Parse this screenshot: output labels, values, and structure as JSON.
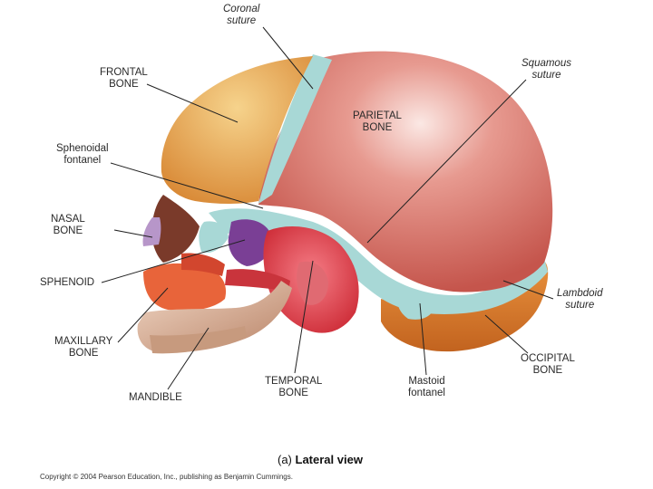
{
  "labels": {
    "coronal_suture": [
      "Coronal",
      "suture"
    ],
    "frontal_bone": [
      "FRONTAL",
      "BONE"
    ],
    "squamous_suture": [
      "Squamous",
      "suture"
    ],
    "parietal_bone": [
      "PARIETAL",
      "BONE"
    ],
    "sphenoidal_fontanel": [
      "Sphenoidal",
      "fontanel"
    ],
    "nasal_bone": [
      "NASAL",
      "BONE"
    ],
    "sphenoid": [
      "SPHENOID"
    ],
    "lambdoid_suture": [
      "Lambdoid",
      "suture"
    ],
    "maxillary_bone": [
      "MAXILLARY",
      "BONE"
    ],
    "occipital_bone": [
      "OCCIPITAL",
      "BONE"
    ],
    "mandible": [
      "MANDIBLE"
    ],
    "temporal_bone": [
      "TEMPORAL",
      "BONE"
    ],
    "mastoid_fontanel": [
      "Mastoid",
      "fontanel"
    ]
  },
  "caption": {
    "prefix": "(a)",
    "text": "Lateral view"
  },
  "copyright": "Copyright © 2004 Pearson Education, Inc., publishing as Benjamin Cummings.",
  "colors": {
    "parietal": "#d9685f",
    "frontal": "#e8a24e",
    "occipital": "#d9772c",
    "suture": "#a8d8d6",
    "temporal": "#e0464f",
    "sphenoid": "#8a4a9a",
    "maxilla": "#e86a3a",
    "mandible": "#dcb39a"
  }
}
